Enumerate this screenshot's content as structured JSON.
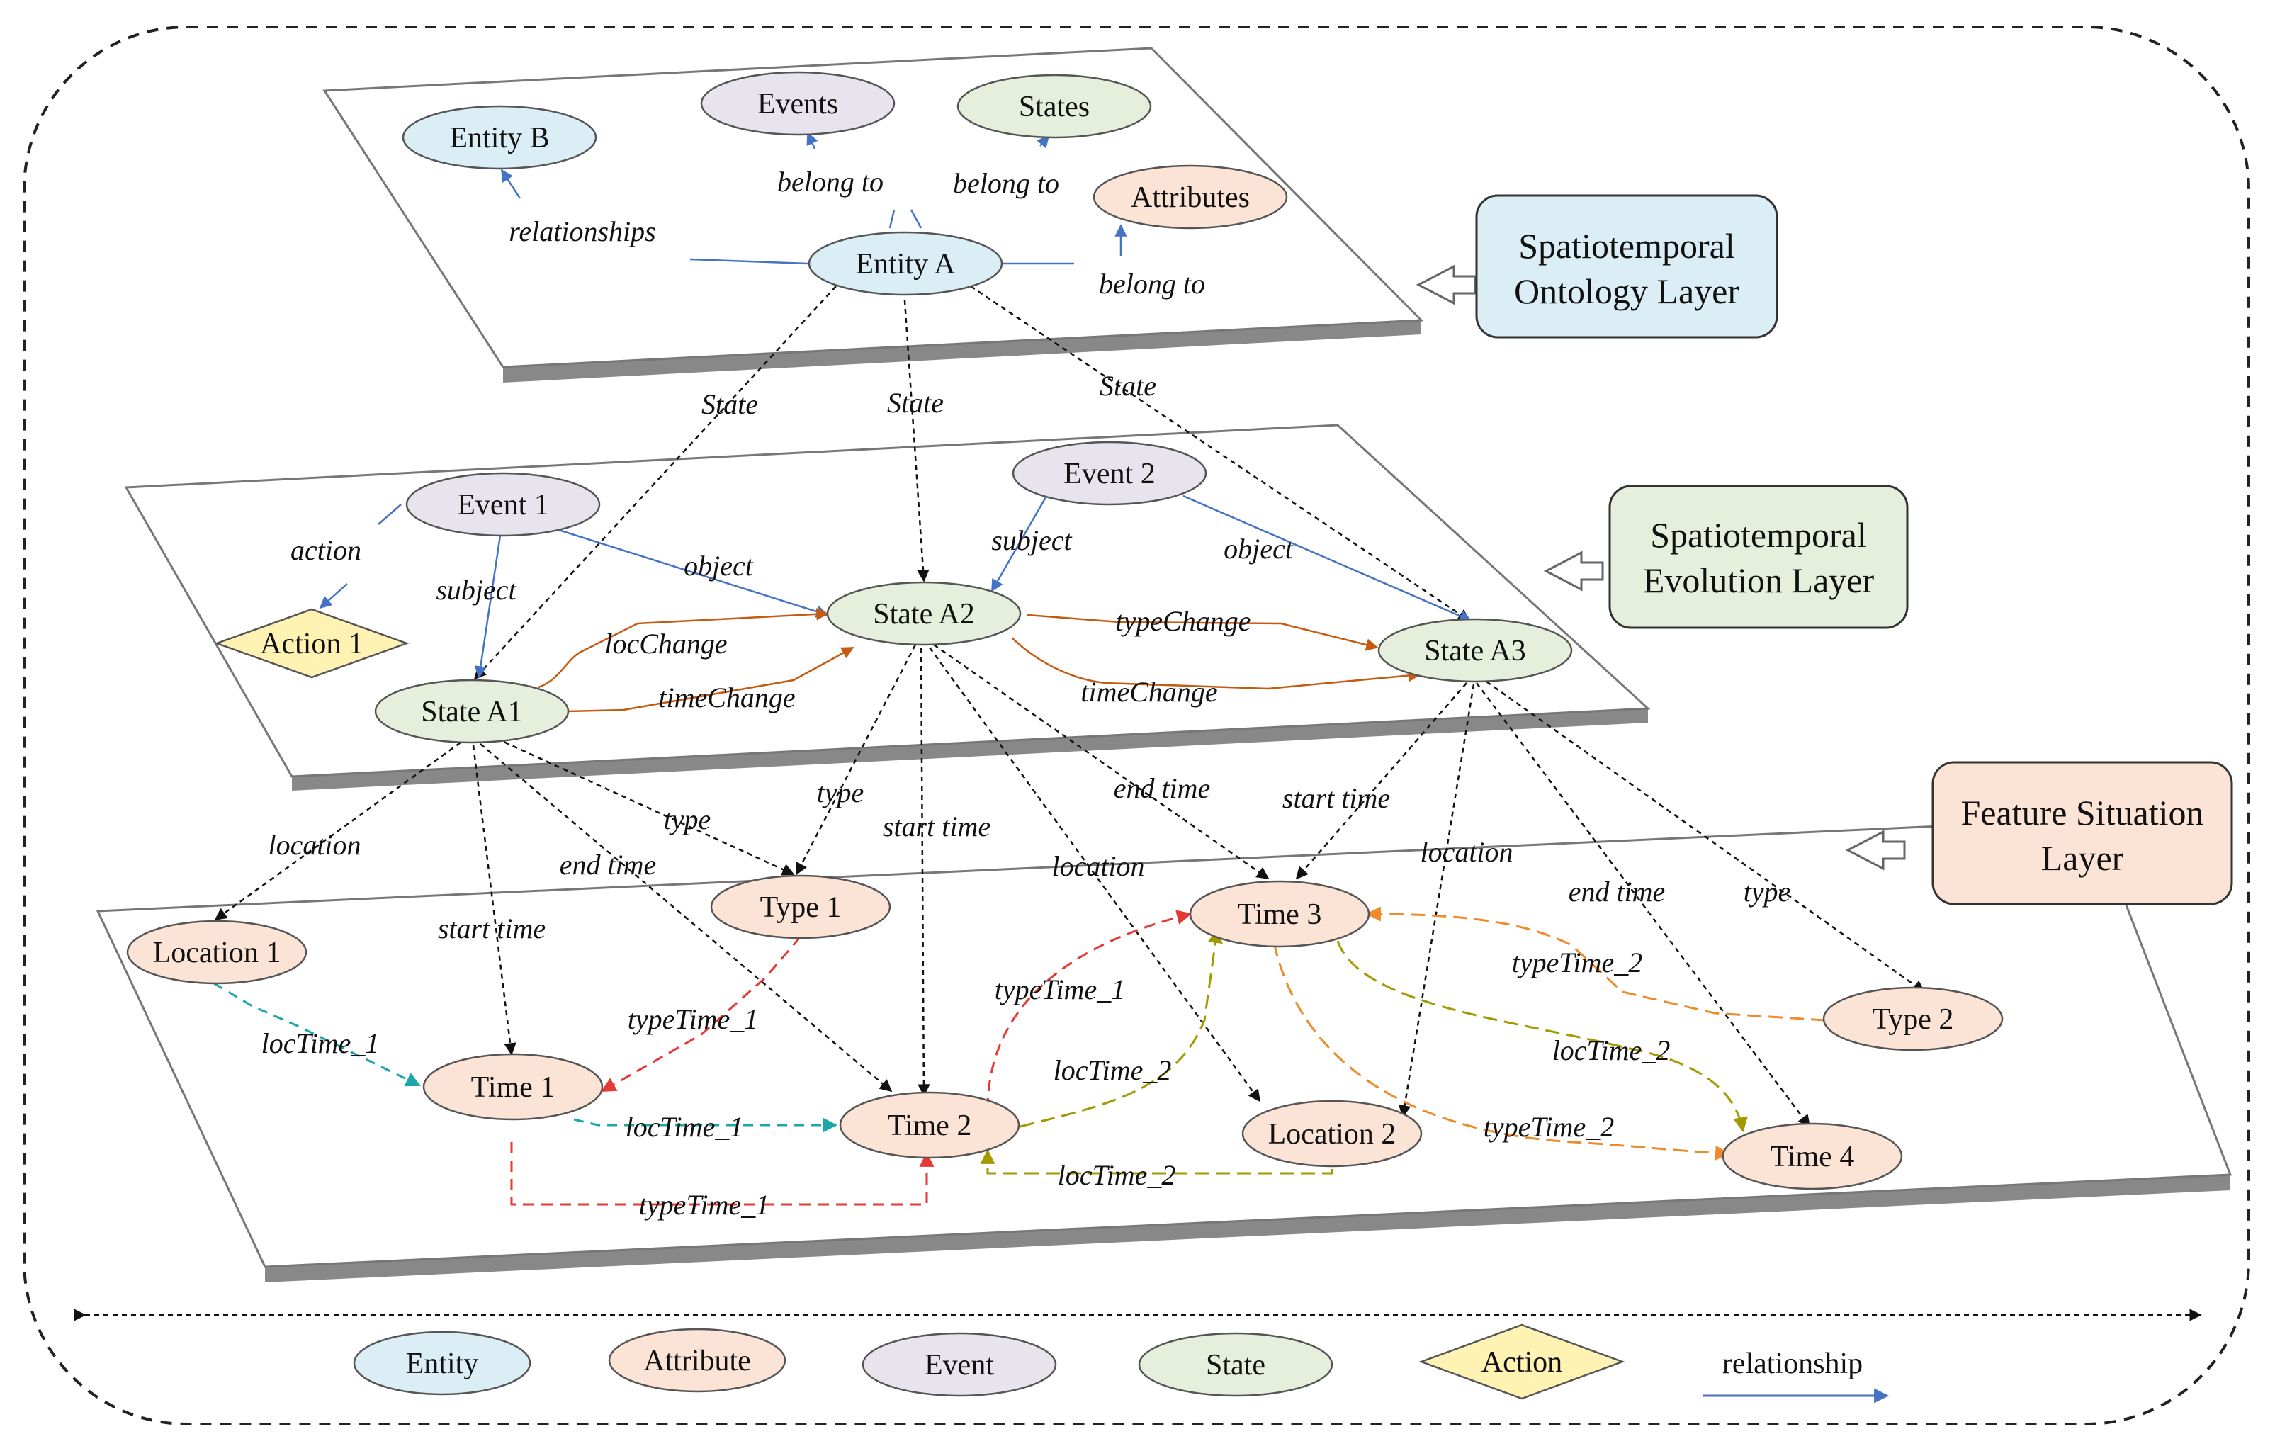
{
  "colors": {
    "entity": "#dbeef5",
    "attribute": "#fbe3d6",
    "event": "#e8e4ee",
    "state": "#e6efdc",
    "action": "#fff2b3",
    "relationship": "#4472c4",
    "orange_arrow": "#c55a11",
    "teal": "#1aa7a7",
    "red": "#e53935",
    "olive": "#a39a00",
    "orange_dash": "#ee8a2a"
  },
  "layers": {
    "ontology": {
      "line1": "Spatiotemporal",
      "line2": "Ontology Layer",
      "fill": "#dbeef5"
    },
    "evolution": {
      "line1": "Spatiotemporal",
      "line2": "Evolution Layer",
      "fill": "#e6efdc"
    },
    "feature": {
      "line1": "Feature Situation",
      "line2": "Layer",
      "fill": "#fbe3d6"
    }
  },
  "nodes": {
    "entity_b": "Entity B",
    "events": "Events",
    "states": "States",
    "attributes": "Attributes",
    "entity_a": "Entity A",
    "event_1": "Event 1",
    "event_2": "Event 2",
    "action_1": "Action 1",
    "state_a1": "State A1",
    "state_a2": "State A2",
    "state_a3": "State A3",
    "location_1": "Location 1",
    "type_1": "Type 1",
    "time_1": "Time 1",
    "time_2": "Time 2",
    "time_3": "Time 3",
    "location_2": "Location 2",
    "type_2": "Type 2",
    "time_4": "Time 4"
  },
  "edges": {
    "relationships": "relationships",
    "belong_to": "belong to",
    "state": "State",
    "action": "action",
    "subject": "subject",
    "object": "object",
    "locChange": "locChange",
    "timeChange": "timeChange",
    "typeChange": "typeChange",
    "location": "location",
    "type": "type",
    "start_time": "start time",
    "end_time": "end time",
    "locTime_1": "locTime_1",
    "typeTime_1": "typeTime_1",
    "locTime_2": "locTime_2",
    "typeTime_2": "typeTime_2"
  },
  "legend": {
    "entity": "Entity",
    "attribute": "Attribute",
    "event": "Event",
    "state": "State",
    "action": "Action",
    "relationship": "relationship"
  }
}
